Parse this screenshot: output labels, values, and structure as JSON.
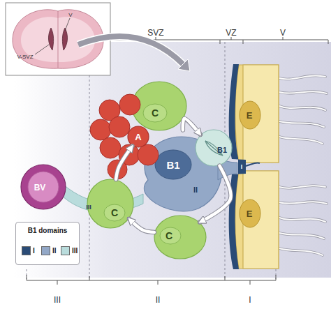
{
  "diagram": {
    "nodes": [
      {
        "text": [
          "BV"
        ]
      },
      {
        "text": [
          "A"
        ]
      },
      {
        "text": [
          "C"
        ]
      },
      {
        "text": [
          "B1"
        ]
      },
      {
        "text": [
          "B1"
        ]
      },
      {
        "text": [
          "E"
        ]
      },
      {
        "text": [
          "C"
        ]
      },
      {
        "text": [
          "C"
        ]
      },
      {
        "text": [
          "E"
        ]
      }
    ],
    "edges": [
      {
        "from": 3,
        "to": 4,
        "arrow": "to"
      },
      {
        "from": 4,
        "to": 7,
        "arrow": "to"
      },
      {
        "from": 7,
        "to": 6,
        "arrow": "to"
      },
      {
        "from": 6,
        "to": 1,
        "arrow": "to"
      }
    ],
    "labels": [
      "V-SVZ",
      "V",
      "SVZ",
      "VZ",
      "V",
      "I",
      "II",
      "III",
      "B1 domains",
      "III",
      "II",
      "I"
    ],
    "legend": [
      {
        "text": "I",
        "color": "#2a4b76"
      },
      {
        "text": "II",
        "color": "#93a8c7"
      },
      {
        "text": "III",
        "color": "#b9dcdc"
      }
    ]
  }
}
